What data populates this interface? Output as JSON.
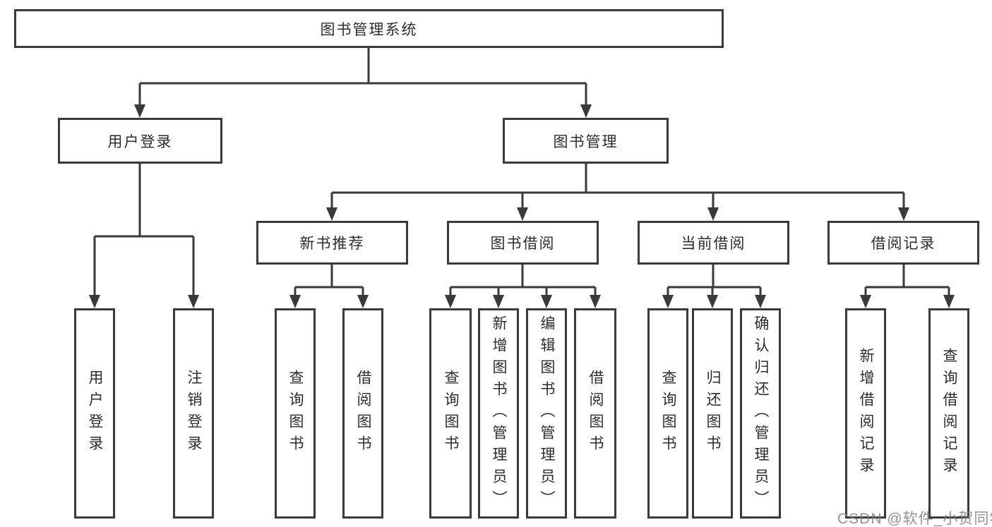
{
  "diagram": {
    "watermark": "CSDN @软件_小贺同学",
    "colors": {
      "line": "#3a3a3a",
      "border": "#3a3a3a",
      "text": "#2d2d2d",
      "watermark_gray": "#808080",
      "background": "#ffffff"
    },
    "nodes": {
      "root": {
        "label": "图书管理系统"
      },
      "level2": [
        {
          "label": "用户登录"
        },
        {
          "label": "图书管理"
        }
      ],
      "level3": [
        {
          "label": "新书推荐"
        },
        {
          "label": "图书借阅"
        },
        {
          "label": "当前借阅"
        },
        {
          "label": "借阅记录"
        }
      ],
      "leaves": {
        "user_login": [
          "用户登录",
          "注销登录"
        ],
        "new_books": [
          "查询图书",
          "借阅图书"
        ],
        "book_borrow": [
          "查询图书",
          "新增图书（管理员）",
          "编辑图书（管理员）",
          "借阅图书"
        ],
        "current_borrow": [
          "查询图书",
          "归还图书",
          "确认归还（管理员）"
        ],
        "borrow_records": [
          "新增借阅记录",
          "查询借阅记录"
        ]
      }
    }
  }
}
